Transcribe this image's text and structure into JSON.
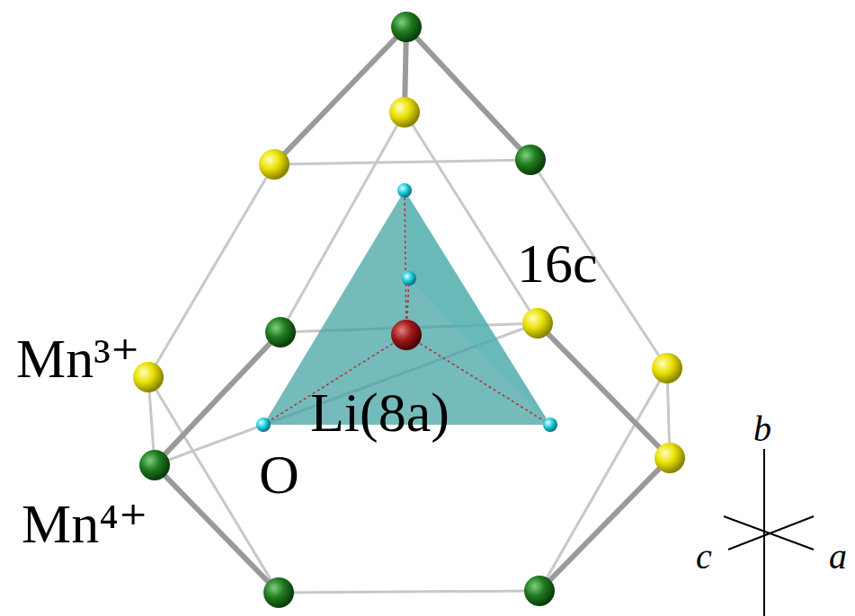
{
  "diagram": {
    "labels": [
      "16c",
      "Mn³⁺",
      "Li(8a)",
      "O",
      "Mn⁴⁺",
      "b",
      "c",
      "a"
    ]
  }
}
